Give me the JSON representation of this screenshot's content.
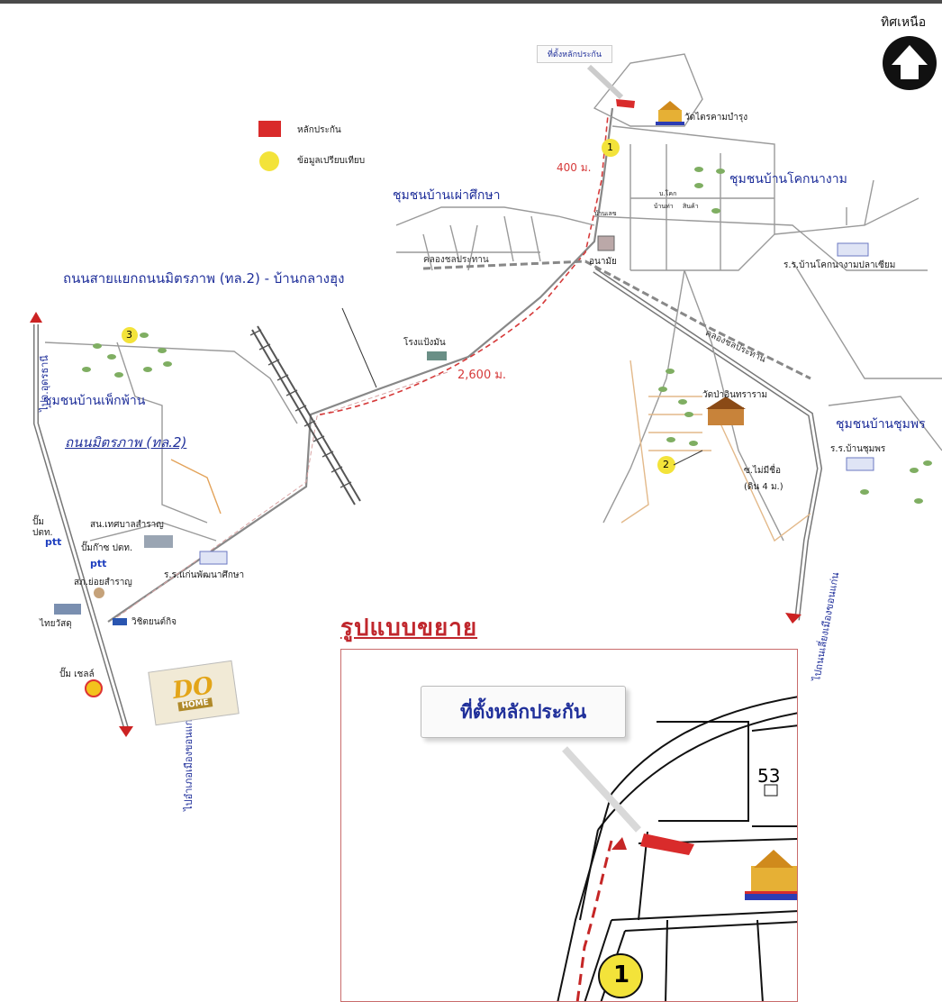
{
  "north": {
    "label": "ทิศเหนือ"
  },
  "legend": {
    "collateral": "หลักประกัน",
    "comparables": "ข้อมูลเปรียบเทียบ"
  },
  "colors": {
    "road_label": "#1f2f9a",
    "collateral": "#d92b2b",
    "marker": "#f3e33a",
    "distance": "#d63a3a",
    "enlarge_title": "#c0272d"
  },
  "map": {
    "callout_small": "ที่ตั้งหลักประกัน",
    "distances": {
      "north": "400 ม.",
      "road": "2,600 ม."
    },
    "roads": {
      "main": "ถนนสายแยกถนนมิตรภาพ (ทล.2) - บ้านกลางฮุง",
      "mitraphap": "ถนนมิตรภาพ (ทล.2)",
      "to_udon": "ไปจ.อุดรธานี",
      "to_khonkaen_left": "ไปอำเภอเมืองขอนแก่น",
      "to_khonkaen_right": "ไปถนนเลี่ยงเมืองขอนแก่น",
      "canal_1": "คลองชลประทาน",
      "canal_2": "คลองชลประทาน",
      "soi": "ซ.ไม่มีชื่อ",
      "soi_width": "(ดิน 4 ม.)"
    },
    "communities": {
      "phao_suksa": "ชุมชนบ้านเผ่าศึกษา",
      "khok_nang_ngam": "ชุมชนบ้านโคกนางาม",
      "phuek_phan": "ชุมชนบ้านเพ็กพ้าน",
      "chom_phon": "ชุมชนบ้านชุมพร"
    },
    "places": {
      "wat_trai": "วัดไตรคามบำรุง",
      "wat_pa": "วัดป่าอินทราราม",
      "school_khok": "ร.ร.บ้านโคกนางามปลาเซียม",
      "school_chom": "ร.ร.บ้านชุมพร",
      "anamai": "อนามัย",
      "factory": "โรงแป้งมัน",
      "tessaban": "สน.เทศบาลสำราญ",
      "school_kaen": "ร.ร.แก่นพัฒนาศึกษา",
      "pump_ptt1": "ปั๊ม\nปตท.",
      "pump_ptt2": "ปั๊มก๊าซ ปตท.",
      "ptt_logo": "ptt",
      "police": "สภ.ย่อยสำราญ",
      "thai_watsadu": "ไทยวัสดุ",
      "wichit": "วิชิตยนต์กิจ",
      "shell": "ปั๊ม เชลล์",
      "do_home_1": "DO",
      "do_home_2": "HOME",
      "small_map_1": "บ.โคก",
      "small_map_2": "สินค้า",
      "small_map_3": "บ้านเลข",
      "small_map_4": "บ้านท่า"
    },
    "markers": [
      "1",
      "2",
      "3"
    ]
  },
  "enlarge": {
    "title": "รูปแบบขยาย",
    "callout": "ที่ตั้งหลักประกัน",
    "lot_number": "53",
    "marker": "1"
  }
}
